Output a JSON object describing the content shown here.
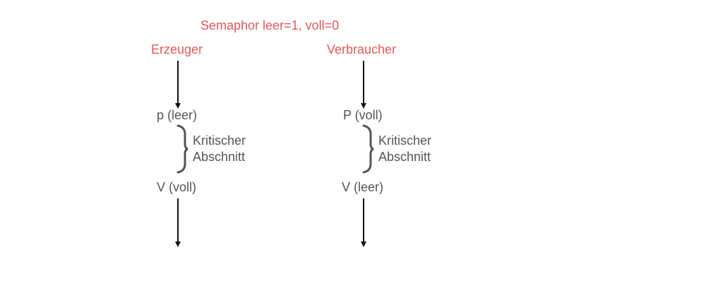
{
  "title": "Semaphor leer=1, voll=0",
  "colors": {
    "accent": "#e05a5a",
    "text": "#555555",
    "arrow": "#111111",
    "brace": "#555555"
  },
  "producer": {
    "header": "Erzeuger",
    "p_op": "p (leer)",
    "critical_line1": "Kritischer",
    "critical_line2": "Abschnitt",
    "v_op": "V (voll)"
  },
  "consumer": {
    "header": "Verbraucher",
    "p_op": "P (voll)",
    "critical_line1": "Kritischer",
    "critical_line2": "Abschnitt",
    "v_op": "V (leer)"
  }
}
